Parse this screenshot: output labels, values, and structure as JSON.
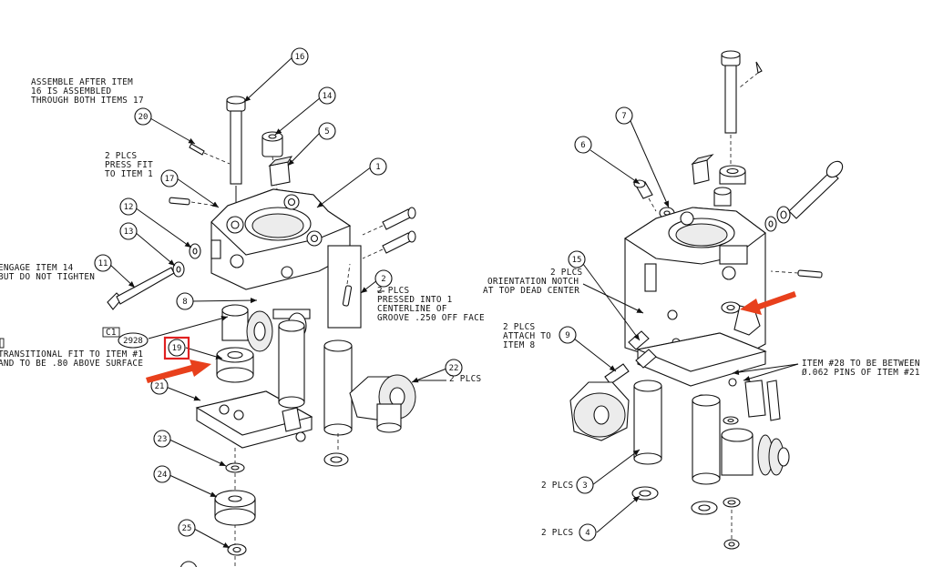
{
  "accent_color": "#e8401c",
  "highlight_box_color": "#e02020",
  "icons": [
    "leader-arrow",
    "callout-bubble",
    "orange-pointer-arrow",
    "red-highlight-box"
  ],
  "notes": {
    "assemble_l1": "ASSEMBLE AFTER ITEM",
    "assemble_l2": "16 IS ASSEMBLED",
    "assemble_l3": "THROUGH BOTH ITEMS 17",
    "pressfit_l1": "2 PLCS",
    "pressfit_l2": "PRESS FIT",
    "pressfit_l3": "TO ITEM 1",
    "engage_l1": "ENGAGE ITEM 14",
    "engage_l2": "BUT DO NOT TIGHTEN",
    "c1": "C1",
    "transitional_l1": "TRANSITIONAL FIT TO ITEM #1",
    "transitional_l2": "AND TO BE .80 ABOVE SURFACE",
    "pressed_l1": "2 PLCS",
    "pressed_l2": "PRESSED INTO 1",
    "pressed_l3": "CENTERLINE OF",
    "pressed_l4": "GROOVE .250 OFF FACE",
    "plcs22": "2 PLCS",
    "orient_l1": "2 PLCS",
    "orient_l2": "ORIENTATION NOTCH",
    "orient_l3": "AT TOP DEAD CENTER",
    "attach_l1": "2 PLCS",
    "attach_l2": "ATTACH TO",
    "attach_l3": "ITEM 8",
    "item28_l1": "ITEM #28 TO BE BETWEEN",
    "item28_l2": "Ø.062 PINS OF ITEM #21",
    "plcs3": "2 PLCS",
    "plcs4": "2 PLCS"
  },
  "callouts": {
    "b1": "1",
    "b2": "2",
    "b3": "3",
    "b4": "4",
    "b5": "5",
    "b6": "6",
    "b7": "7",
    "b8": "8",
    "b9": "9",
    "b11": "11",
    "b12": "12",
    "b13": "13",
    "b14": "14",
    "b15": "15",
    "b16": "16",
    "b17": "17",
    "b19": "19",
    "b20": "20",
    "b21": "21",
    "b22": "22",
    "b23": "23",
    "b24": "24",
    "b25": "25",
    "b2928": "2928"
  }
}
